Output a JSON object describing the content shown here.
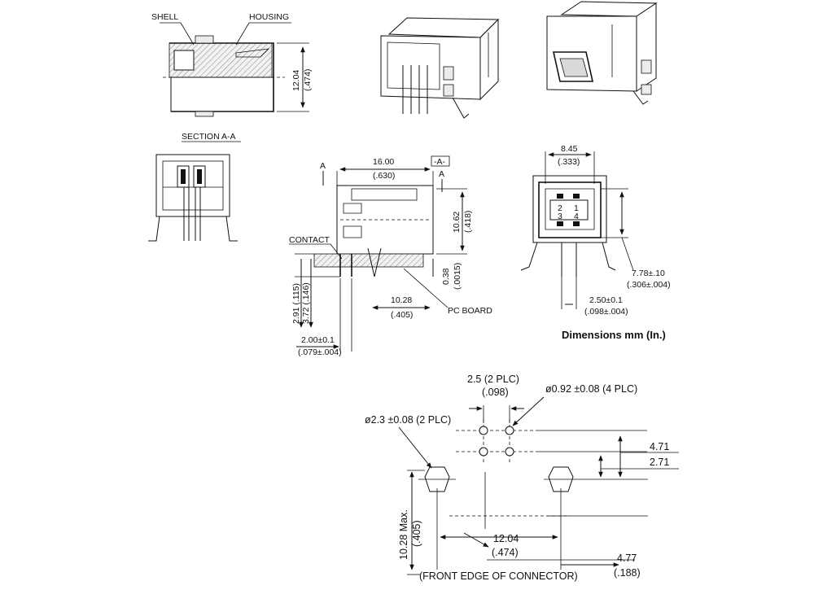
{
  "section_view": {
    "label_shell": "SHELL",
    "label_housing": "HOUSING",
    "height_mm": "12.04",
    "height_in": "(.474)",
    "caption": "SECTION A-A"
  },
  "side_view": {
    "width_mm": "16.00",
    "width_in": "(.630)",
    "datum_label": "-A-",
    "section_mark_left": "A",
    "section_mark_right": "A",
    "height_mm": "10.62",
    "height_in": "(.418)",
    "label_contact": "CONTACT",
    "standoff_mm": "0.38",
    "standoff_in": "(.0015)",
    "pin_depth_1": "2.91 (.115)",
    "pin_depth_2": "3.72 (.146)",
    "offset_mm": "10.28",
    "offset_in": "(.405)",
    "label_pc_board": "PC  BOARD",
    "pitch_mm": "2.00±0.1",
    "pitch_in": "(.079±.004)"
  },
  "front_view": {
    "width_mm": "8.45",
    "width_in": "(.333)",
    "pin_numbers": [
      "2",
      "1",
      "3",
      "4"
    ],
    "height_mm": "7.78±.10",
    "height_in": "(.306±.004)",
    "pitch_mm": "2.50±0.1",
    "pitch_in": "(.098±.004)"
  },
  "units_note": "Dimensions mm (In.)",
  "pcb_layout": {
    "pin_pitch_mm": "2.5 (2 PLC)",
    "pin_pitch_in": "(.098)",
    "small_hole_dia": "ø0.92   ±0.08 (4 PLC)",
    "large_hole_dia": "ø2.3   ±0.08 (2 PLC)",
    "row_offset_1": "4.71",
    "row_offset_2": "2.71",
    "depth_mm": "10.28 Max.",
    "depth_in": "(.405)",
    "span_mm": "12.04",
    "span_in": "(.474)",
    "edge_offset_mm": "4.77",
    "edge_offset_in": "(.188)",
    "front_edge_note": "(FRONT EDGE OF CONNECTOR)"
  }
}
